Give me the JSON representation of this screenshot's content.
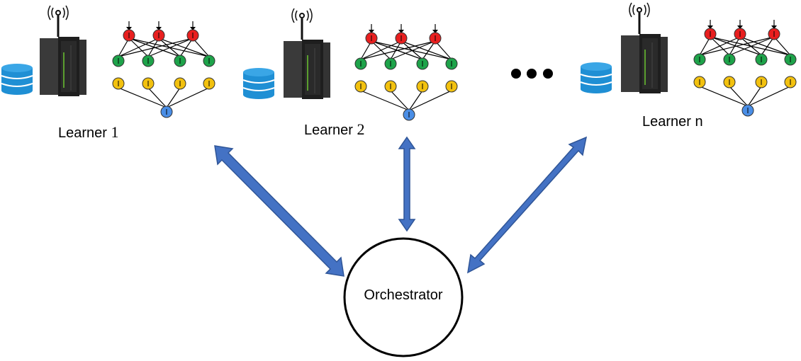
{
  "learners": [
    {
      "name": "Learner",
      "index": "1"
    },
    {
      "name": "Learner",
      "index": "2"
    },
    {
      "name": "Learner",
      "index": "n"
    }
  ],
  "orchestrator": {
    "label": "Orchestrator"
  },
  "ellipsis": "• • •",
  "colors": {
    "arrow_fill": "#4472c4",
    "arrow_stroke": "#2f5597",
    "input_node": "#e81f1f",
    "hidden_node_1": "#1ea34a",
    "hidden_node_2": "#f2c10f",
    "output_node": "#4a8ee6",
    "database": "#1f8fd4",
    "server": "#2b2b2b"
  },
  "icons": [
    "database-icon",
    "server-tower-icon",
    "wifi-antenna-icon",
    "neural-network-icon"
  ]
}
